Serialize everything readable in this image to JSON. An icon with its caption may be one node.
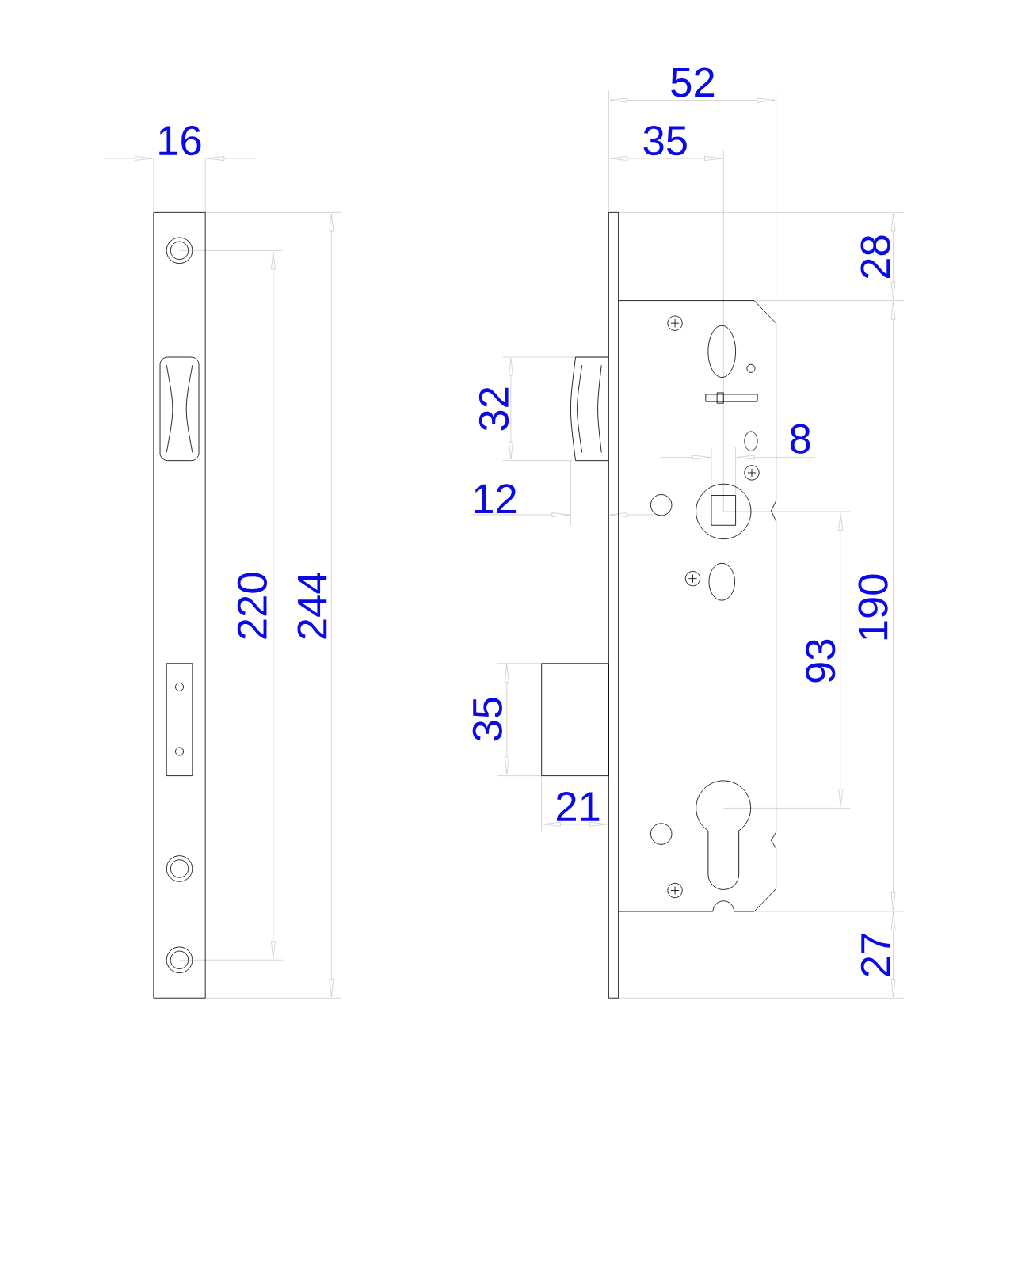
{
  "diagram": {
    "labels": [
      "52",
      "16",
      "35",
      "28",
      "32",
      "8",
      "12",
      "220",
      "244",
      "190",
      "93",
      "35",
      "21",
      "27"
    ]
  }
}
